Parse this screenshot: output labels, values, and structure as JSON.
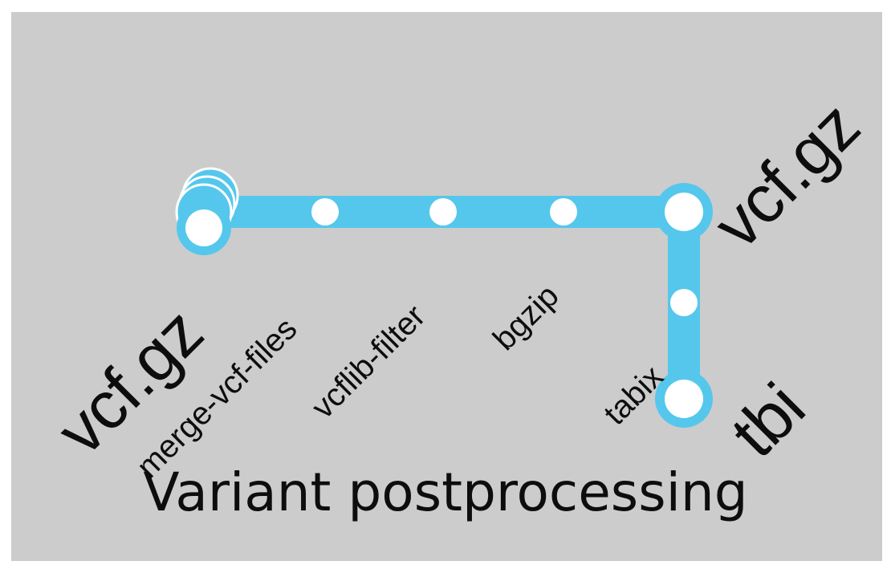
{
  "diagram": {
    "title": "Variant postprocessing",
    "line_color": "#55c7ec",
    "node_fill": "#ffffff",
    "background": "#cccccc",
    "inputs": {
      "format": "vcf.gz"
    },
    "steps": [
      {
        "label": "merge-vcf-files"
      },
      {
        "label": "vcflib-filter"
      },
      {
        "label": "bgzip"
      },
      {
        "label": "tabix"
      }
    ],
    "outputs": [
      {
        "format": "vcf.gz"
      },
      {
        "format": "tbi"
      }
    ]
  }
}
